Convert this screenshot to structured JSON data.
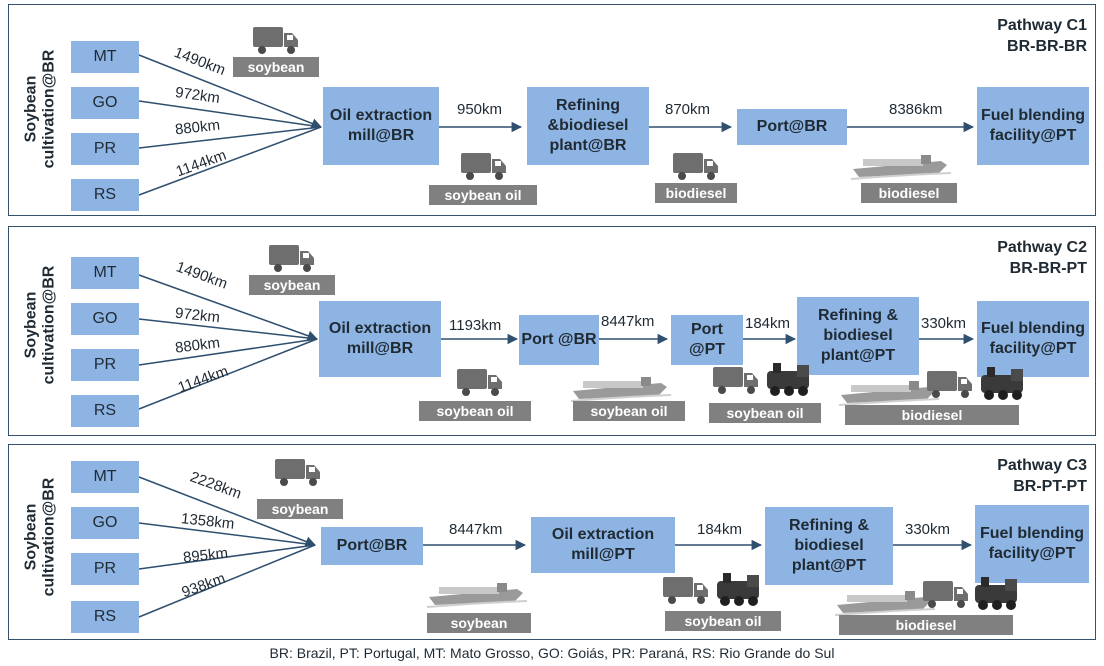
{
  "legend_note": "BR: Brazil, PT: Portugal, MT: Mato Grosso, GO: Goiás, PR: Paraná, RS: Rio Grande do Sul",
  "icons": {
    "truck": "truck-icon",
    "ship": "ship-icon",
    "train": "train-icon"
  },
  "colors": {
    "box_fill": "#8eb4e3",
    "tag_fill": "#808080",
    "arrow": "#2f4f6f",
    "border": "#34506b"
  },
  "pathways": [
    {
      "title_line1": "Pathway  C1",
      "title_line2": "BR-BR-BR",
      "side_label_line1": "Soybean",
      "side_label_line2": "cultivation@BR",
      "states": [
        "MT",
        "GO",
        "PR",
        "RS"
      ],
      "state_distances": [
        "1490km",
        "972km",
        "880km",
        "1144km"
      ],
      "nodes": [
        "Oil extraction mill@BR",
        "Refining &biodiesel plant@BR",
        "Port@BR",
        "Fuel blending facility@PT"
      ],
      "link_distances": [
        "950km",
        "870km",
        "8386km"
      ],
      "tags": [
        "soybean",
        "soybean oil",
        "biodiesel",
        "biodiesel"
      ]
    },
    {
      "title_line1": "Pathway  C2",
      "title_line2": "BR-BR-PT",
      "side_label_line1": "Soybean",
      "side_label_line2": "cultivation@BR",
      "states": [
        "MT",
        "GO",
        "PR",
        "RS"
      ],
      "state_distances": [
        "1490km",
        "972km",
        "880km",
        "1144km"
      ],
      "nodes": [
        "Oil extraction mill@BR",
        "Port @BR",
        "Port @PT",
        "Refining & biodiesel plant@PT",
        "Fuel blending facility@PT"
      ],
      "link_distances": [
        "1193km",
        "8447km",
        "184km",
        "330km"
      ],
      "tags": [
        "soybean",
        "soybean oil",
        "soybean oil",
        "soybean oil",
        "biodiesel"
      ]
    },
    {
      "title_line1": "Pathway  C3",
      "title_line2": "BR-PT-PT",
      "side_label_line1": "Soybean",
      "side_label_line2": "cultivation@BR",
      "states": [
        "MT",
        "GO",
        "PR",
        "RS"
      ],
      "state_distances": [
        "2228km",
        "1358km",
        "895km",
        "938km"
      ],
      "nodes": [
        "Port@BR",
        "Oil extraction mill@PT",
        "Refining & biodiesel plant@PT",
        "Fuel blending facility@PT"
      ],
      "link_distances": [
        "8447km",
        "184km",
        "330km"
      ],
      "tags": [
        "soybean",
        "soybean",
        "soybean oil",
        "biodiesel"
      ]
    }
  ]
}
